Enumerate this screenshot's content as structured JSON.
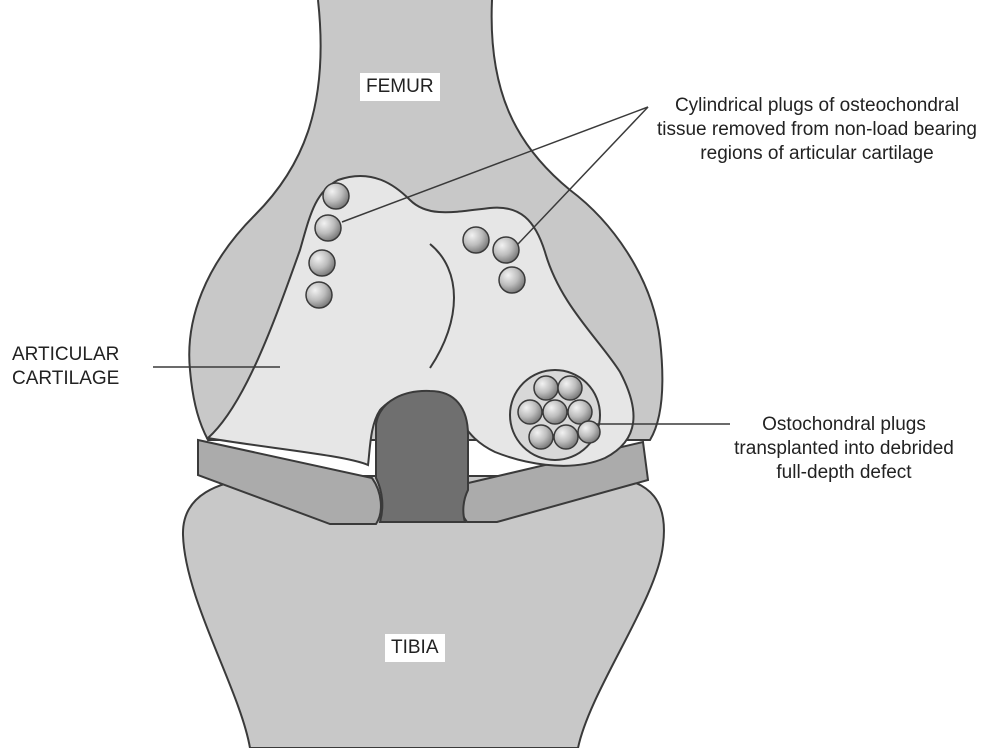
{
  "labels": {
    "femur": "FEMUR",
    "tibia": "TIBIA",
    "articular_cartilage": [
      "ARTICULAR",
      "CARTILAGE"
    ],
    "plugs_removed": [
      "Cylindrical plugs of osteochondral",
      "tissue removed from non-load bearing",
      "regions of articular cartilage"
    ],
    "plugs_transplanted": [
      "Ostochondral plugs",
      "transplanted into debrided",
      "full-depth defect"
    ]
  },
  "colors": {
    "bone": "#c8c8c8",
    "cartilage": "#e6e6e6",
    "meniscus": "#ababab",
    "notch": "#6f6f6f",
    "outline": "#3a3a3a",
    "plug_light": "#f0f0f0",
    "plug_dark": "#8a8a8a"
  }
}
